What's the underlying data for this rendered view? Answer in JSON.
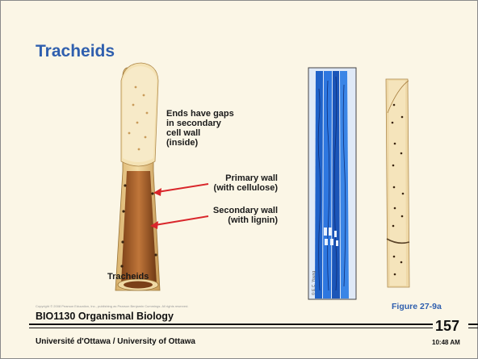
{
  "slide": {
    "title": "Tracheids",
    "labels": {
      "ends_gaps": [
        "Ends have gaps",
        "in secondary",
        "cell wall",
        "(inside)"
      ],
      "primary_wall": [
        "Primary wall",
        "(with cellulose)"
      ],
      "secondary_wall": [
        "Secondary wall",
        "(with lignin)"
      ]
    },
    "caption": "Tracheids",
    "copyright": "Copyright © 2008 Pearson Education, Inc., publishing as Pearson Benjamin Cummings. All rights reserved.",
    "micrograph_credit": "© E.C. Young",
    "figure": "Figure 27-9a"
  },
  "footer": {
    "course": "BIO1130 Organismal Biology",
    "university": "Université d'Ottawa / University of Ottawa",
    "page_number": "157",
    "time": "10:48 AM"
  },
  "colors": {
    "background": "#fbf6e6",
    "title": "#2f5fae",
    "arrow": "#d9262b",
    "wall_tan": "#e8c98a",
    "lumen_brown": "#a8622c",
    "micrograph_blue": "#2a6fd6"
  }
}
